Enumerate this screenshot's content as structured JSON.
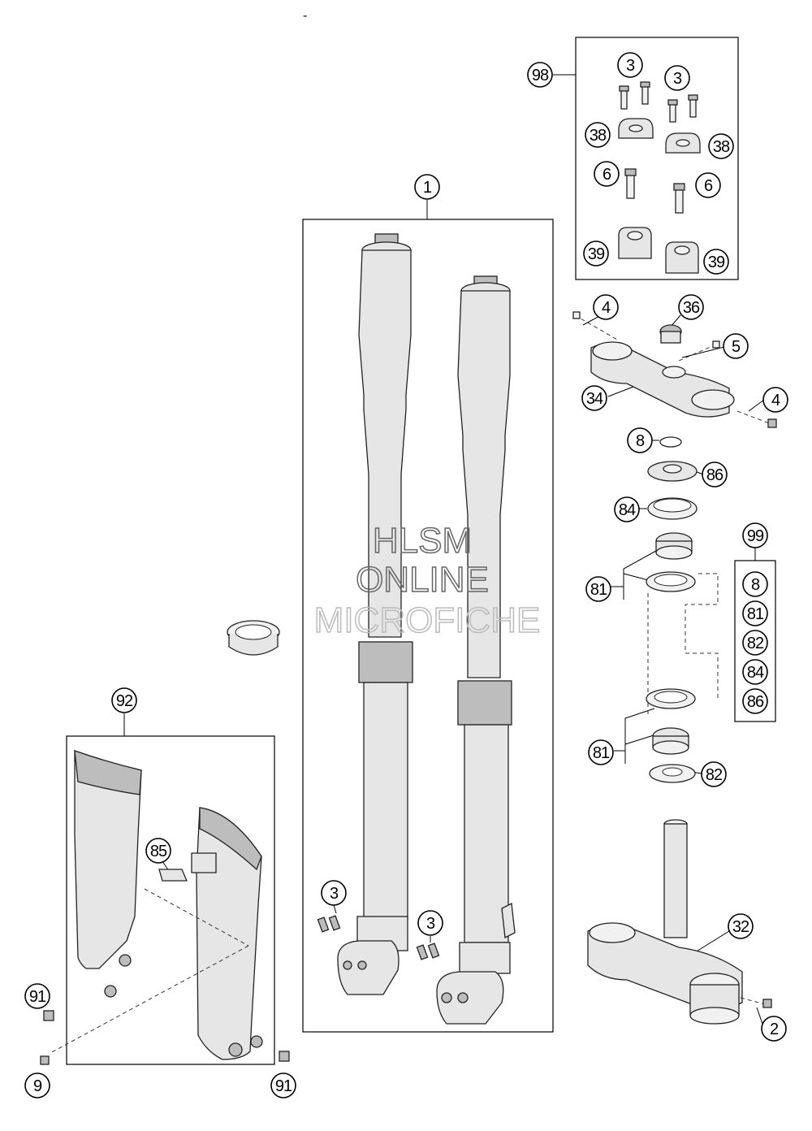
{
  "stray_mark": "-",
  "watermark": {
    "line1": "HLSM",
    "line2": "ONLINE",
    "line3": "MICROFICHE"
  },
  "callouts": {
    "c98": "98",
    "c3a": "3",
    "c3b": "3",
    "c38a": "38",
    "c38b": "38",
    "c6a": "6",
    "c6b": "6",
    "c39a": "39",
    "c39b": "39",
    "c1": "1",
    "c4a": "4",
    "c36": "36",
    "c5": "5",
    "c34": "34",
    "c4b": "4",
    "c8": "8",
    "c86": "86",
    "c84": "84",
    "c99": "99",
    "k8": "8",
    "k81": "81",
    "k82": "82",
    "k84": "84",
    "k86": "86",
    "c81a": "81",
    "c81b": "81",
    "c82": "82",
    "c92": "92",
    "c85": "85",
    "c3c": "3",
    "c3d": "3",
    "c32": "32",
    "c91a": "91",
    "c91b": "91",
    "c9": "9",
    "c2": "2"
  }
}
